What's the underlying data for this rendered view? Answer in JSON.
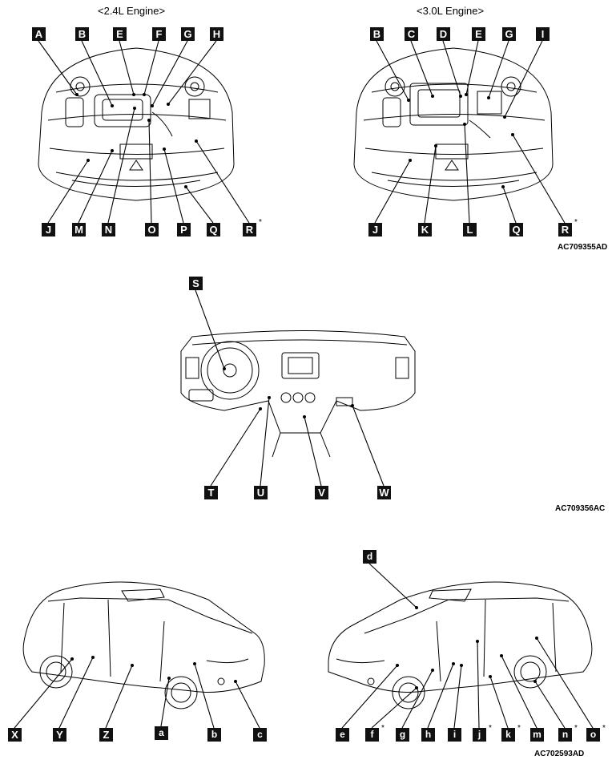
{
  "sections": {
    "engine_24": {
      "title": "<2.4L Engine>",
      "top_labels": [
        "A",
        "B",
        "E",
        "F",
        "G",
        "H"
      ],
      "bottom_labels": [
        "J",
        "M",
        "N",
        "O",
        "P",
        "Q",
        "R"
      ],
      "asterisk": "*"
    },
    "engine_30": {
      "title": "<3.0L Engine>",
      "top_labels": [
        "B",
        "C",
        "D",
        "E",
        "G",
        "I"
      ],
      "bottom_labels": [
        "J",
        "K",
        "L",
        "Q",
        "R"
      ],
      "asterisk": "*",
      "code": "AC709355AD"
    },
    "dashboard": {
      "top_labels": [
        "S"
      ],
      "bottom_labels": [
        "T",
        "U",
        "V",
        "W"
      ],
      "code": "AC709356AC"
    },
    "vehicle_left": {
      "bottom_labels": [
        "X",
        "Y",
        "Z",
        "a",
        "b",
        "c"
      ]
    },
    "vehicle_right": {
      "top_labels": [
        "d"
      ],
      "bottom_labels": [
        "e",
        "f",
        "g",
        "h",
        "i",
        "j",
        "k",
        "m",
        "n",
        "o"
      ],
      "asterisk": "*",
      "code": "AC702593AD"
    }
  }
}
